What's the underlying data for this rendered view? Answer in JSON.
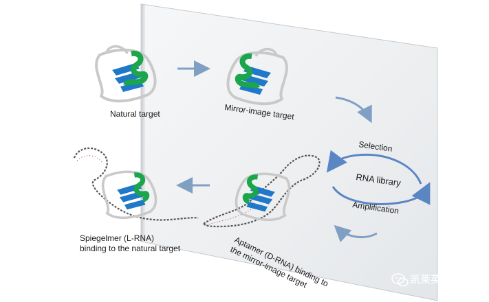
{
  "labels": {
    "natural_target": "Natural target",
    "mirror_image_target": "Mirror-image target",
    "selection": "Selection",
    "rna_library": "RNA library",
    "amplification": "Amplification",
    "spiegelmer_line1": "Spiegelmer (L-RNA)",
    "spiegelmer_line2": "binding to the natural target",
    "aptamer_line1": "Aptamer (D-RNA) binding to",
    "aptamer_line2": "the mirror-image target"
  },
  "watermark": {
    "text": "凯莱英药闻",
    "icon": "wechat-icon"
  },
  "colors": {
    "mirror_plane": "#eef0f2",
    "arrow": "#7f9fc3",
    "cycle_arrow": "#5b86c4",
    "helix_blue": "#1f78c8",
    "helix_green": "#1aa64a",
    "coil": "#c9c9c9",
    "rna_backbone": "#555555",
    "rna_atoms": "#c0392b"
  }
}
